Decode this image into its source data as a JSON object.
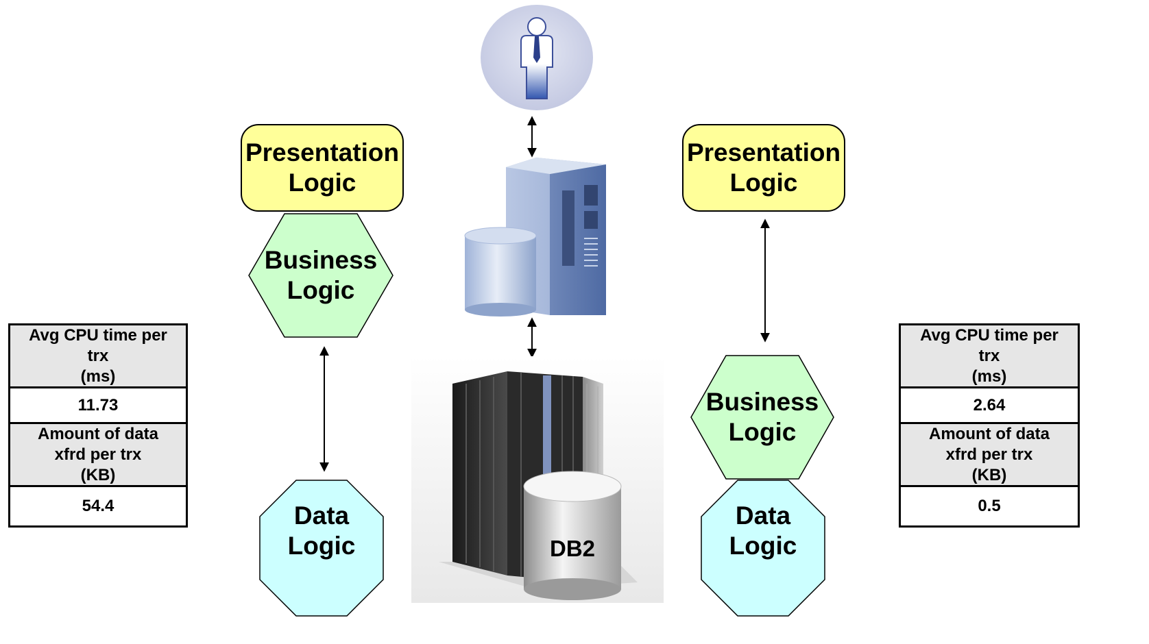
{
  "left_stack": {
    "presentation": [
      "Presentation",
      "Logic"
    ],
    "business": [
      "Business",
      "Logic"
    ],
    "data": [
      "Data",
      "Logic"
    ]
  },
  "right_stack": {
    "presentation": [
      "Presentation",
      "Logic"
    ],
    "business": [
      "Business",
      "Logic"
    ],
    "data": [
      "Data",
      "Logic"
    ]
  },
  "database_label": "DB2",
  "left_metrics": {
    "cpu_header": [
      "Avg CPU time per",
      "trx",
      "(ms)"
    ],
    "cpu_value": "11.73",
    "data_header": [
      "Amount of data",
      "xfrd per trx",
      "(KB)"
    ],
    "data_value": "54.4"
  },
  "right_metrics": {
    "cpu_header": [
      "Avg CPU time per",
      "trx",
      "(ms)"
    ],
    "cpu_value": "2.64",
    "data_header": [
      "Amount of data",
      "xfrd per trx",
      "(KB)"
    ],
    "data_value": "0.5"
  },
  "colors": {
    "presentation_fill": "#ffff99",
    "business_fill": "#ccffcc",
    "data_fill": "#ccffff",
    "metric_header_fill": "#e6e6e6"
  },
  "icons": [
    "user-icon",
    "server-icon",
    "mainframe-icon",
    "database-icon"
  ]
}
